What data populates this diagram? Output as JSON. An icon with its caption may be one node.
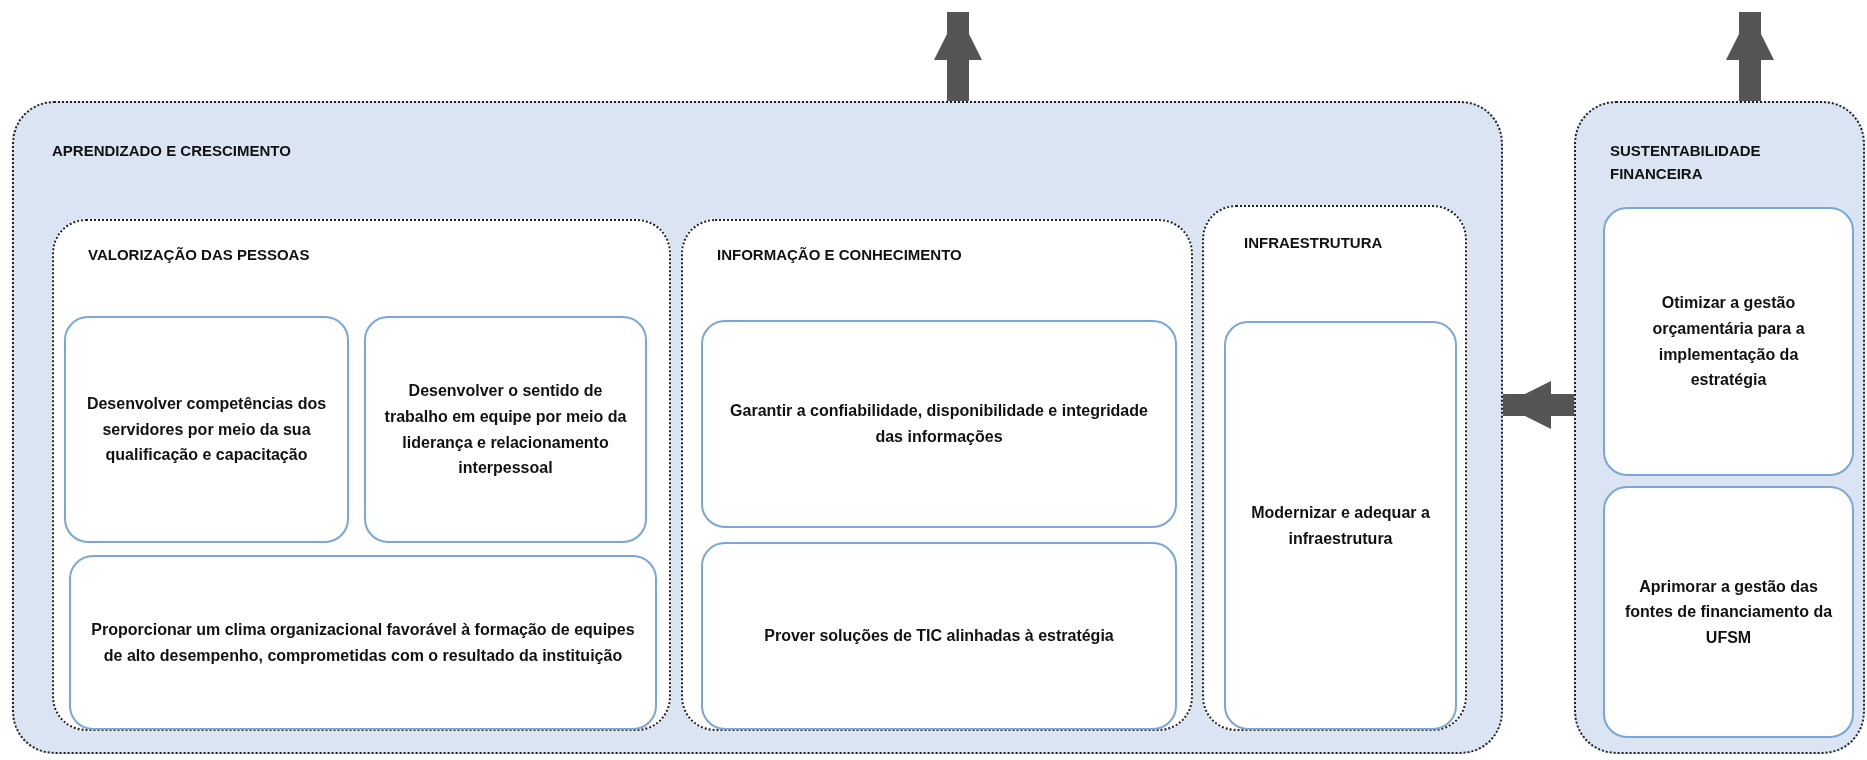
{
  "diagram": {
    "nodes": [
      {
        "text": [
          "APRENDIZADO E CRESCIMENTO"
        ]
      },
      {
        "text": [
          "VALORIZAÇÃO DAS PESSOAS"
        ],
        "in": 0
      },
      {
        "text": [
          "Desenvolver competências dos servidores por meio da sua qualificação e capacitação"
        ],
        "in": 1
      },
      {
        "text": [
          "Desenvolver o sentido de trabalho em equipe por meio da liderança e relacionamento interpessoal"
        ],
        "in": 1
      },
      {
        "text": [
          "Proporcionar um clima organizacional favorável à formação de equipes de alto desempenho, comprometidas com o resultado da instituição"
        ],
        "in": 1
      },
      {
        "text": [
          "INFORMAÇÃO E CONHECIMENTO"
        ],
        "in": 0
      },
      {
        "text": [
          "Garantir a confiabilidade, disponibilidade e integridade das informações"
        ],
        "in": 5
      },
      {
        "text": [
          "Prover soluções de TIC alinhadas à estratégia"
        ],
        "in": 5
      },
      {
        "text": [
          "INFRAESTRUTURA"
        ],
        "in": 0
      },
      {
        "text": [
          "Modernizar e adequar a infraestrutura"
        ],
        "in": 8
      },
      {
        "text": [
          "SUSTENTABILIDADE FINANCEIRA"
        ]
      },
      {
        "text": [
          "Otimizar a gestão orçamentária para a implementação da estratégia"
        ],
        "in": 10
      },
      {
        "text": [
          "Aprimorar a gestão das fontes de financiamento da UFSM"
        ],
        "in": 10
      }
    ],
    "edges": [
      {
        "from": 0,
        "to": null,
        "arrow": "to"
      },
      {
        "from": 10,
        "to": null,
        "arrow": "to"
      },
      {
        "from": 10,
        "to": 0,
        "arrow": "to"
      }
    ]
  }
}
